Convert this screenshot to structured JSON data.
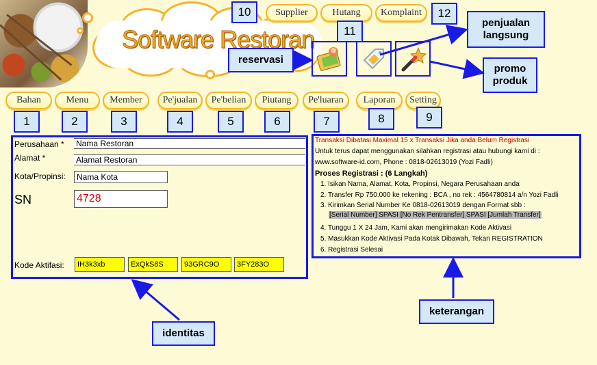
{
  "header": {
    "title": "Software Restoran"
  },
  "top_nav": {
    "supplier": "Supplier",
    "hutang": "Hutang",
    "komplaint": "Komplaint"
  },
  "main_nav": [
    "Bahan",
    "Menu",
    "Member",
    "Pe'jualan",
    "Pe'belian",
    "Piutang",
    "Pe'luaran",
    "Laporan",
    "Setting"
  ],
  "annotations": {
    "numbers": [
      "1",
      "2",
      "3",
      "4",
      "5",
      "6",
      "7",
      "8",
      "9",
      "10",
      "11",
      "12"
    ],
    "reservasi": "reservasi",
    "penjualan_langsung_line1": "penjualan",
    "penjualan_langsung_line2": "langsung",
    "promo_line1": "promo",
    "promo_line2": "produk",
    "identitas": "identitas",
    "keterangan": "keterangan"
  },
  "form": {
    "perusahaan_label": "Perusahaan *",
    "perusahaan_value": "Nama Restoran",
    "alamat_label": "Alamat *",
    "alamat_value": "Alamat Restoran",
    "kota_label": "Kota/Propinsi:",
    "kota_value": "Nama Kota",
    "sn_label": "SN",
    "sn_value": "4728",
    "kode_label": "Kode Aktifasi:",
    "kode_values": [
      "IH3k3xb",
      "ExQkS8S",
      "93GRC9O",
      "3FY283O"
    ]
  },
  "info": {
    "warning": "Transaksi Dibatasi Maximal 15 x Transaksi Jika anda Belum Registrasi",
    "line1": "Untuk terus dapat menggunakan silahkan registrasi atau hubungi kami di :",
    "line2": "www.software-id.com, Phone : 0818-02613019 (Yozi Fadli)",
    "heading": "Proses Registrasi : (6 Langkah)",
    "steps": [
      "1. Isikan Nama, Alamat, Kota, Propinsi, Negara Perusahaan anda",
      "2. Transfer Rp 750.000 ke rekening : BCA , no rek : 4564780814 a/n Yozi Fadli",
      "3. Kirimkan Serial Number Ke 0818-02613019 dengan Format sbb :",
      "4. Tunggu 1 X 24 Jam, Kami akan mengirimakan Kode Aktivasi",
      "5. Masukkan Kode Aktivasi Pada Kotak Dibawah, Tekan REGISTRATION",
      "6. Registrasi Selesai"
    ],
    "format": "[Serial Number] SPASI [No Rek Pentransfer] SPASI [Jumlah Transfer]"
  },
  "colors": {
    "background": "#fdfbd6",
    "annotation_blue": "#1a1ae6",
    "annotation_fill": "#d5e8f8",
    "pill_border": "#f3b62a",
    "code_yellow": "#ffff00",
    "sn_red": "#d40000",
    "warning_red": "#cc0000"
  }
}
